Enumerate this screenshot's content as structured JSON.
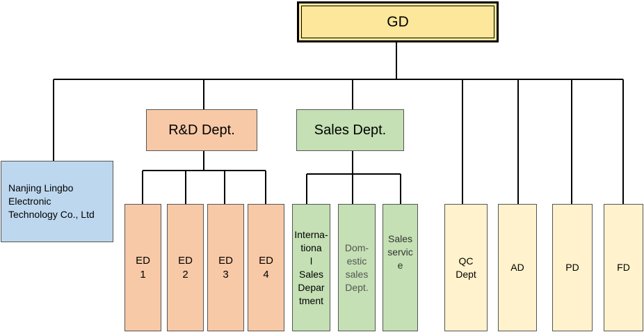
{
  "general": {
    "label": "GD"
  },
  "rd": {
    "label": "R&D Dept.",
    "subunits": [
      {
        "label": "ED\n1"
      },
      {
        "label": "ED\n2"
      },
      {
        "label": "ED\n3"
      },
      {
        "label": "ED\n4"
      }
    ]
  },
  "sales": {
    "label": "Sales Dept.",
    "subunits": [
      {
        "label": "Interna-\ntiona\nl\nSales\nDepar\ntment"
      },
      {
        "label": "Dom-\nestic\nsales\nDept."
      },
      {
        "label": "Sales\nservic\ne"
      }
    ]
  },
  "company": {
    "label": "Nanjing Lingbo\nElectronic\nTechnology Co., Ltd"
  },
  "departments": [
    {
      "label": "QC\nDept"
    },
    {
      "label": "AD"
    },
    {
      "label": "PD"
    },
    {
      "label": "FD"
    }
  ],
  "colors": {
    "gd": "#fde79a",
    "rd": "#f7c9a6",
    "sales": "#c4e0b4",
    "company": "#bdd7ee",
    "departments": "#fff2cc"
  }
}
